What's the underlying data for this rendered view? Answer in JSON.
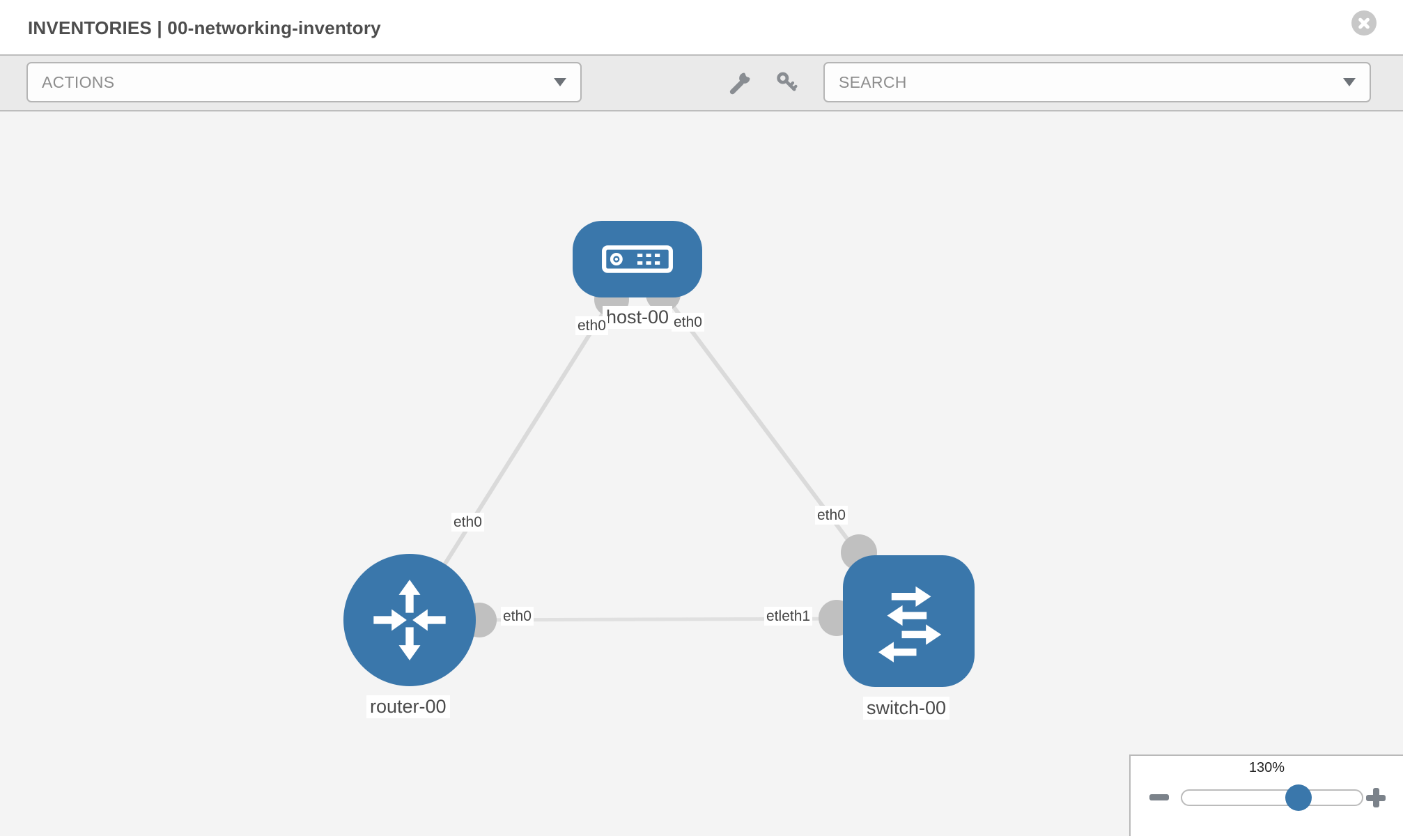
{
  "header": {
    "title": "INVENTORIES | 00-networking-inventory"
  },
  "toolbar": {
    "actions_label": "ACTIONS",
    "search_placeholder": "SEARCH",
    "icons": {
      "left_tool": "wrench",
      "right_tool": "key"
    }
  },
  "topology": {
    "nodes": [
      {
        "label": "host-00",
        "type": "host",
        "icon": "host-device-icon"
      },
      {
        "label": "router-00",
        "type": "router",
        "icon": "router-arrows-icon"
      },
      {
        "label": "switch-00",
        "type": "switch",
        "icon": "switch-arrows-icon"
      }
    ],
    "edges": [
      {
        "from": "host-00",
        "to": "router-00"
      },
      {
        "from": "host-00",
        "to": "switch-00"
      },
      {
        "from": "router-00",
        "to": "switch-00"
      }
    ],
    "interface_labels": {
      "host_side_left": "eth0",
      "host_side_right": "eth0",
      "mid_host_router": "eth0",
      "mid_host_switch": "eth0",
      "router_side_bottom": "eth0",
      "switch_side_overlap_fragment": "etl",
      "switch_side_bottom": "eth1"
    }
  },
  "zoom_control": {
    "value": "130%"
  },
  "colors": {
    "node_blue": "#3a77ab",
    "edge_gray": "#dadada",
    "connector_gray": "#c0c0c0",
    "canvas_bg": "#f4f4f4",
    "toolbar_bg": "#eaeaea",
    "border_gray": "#bdbdbd"
  }
}
